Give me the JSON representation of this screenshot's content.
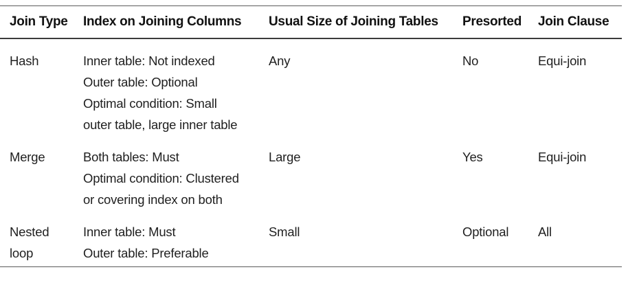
{
  "table": {
    "headers": [
      "Join Type",
      "Index on Joining Columns",
      "Usual Size of Joining Tables",
      "Presorted",
      "Join Clause"
    ],
    "rows": [
      {
        "join_type": [
          "Hash"
        ],
        "index": [
          "Inner table: Not indexed",
          "Outer table: Optional",
          "Optimal condition: Small",
          "outer table, large inner table"
        ],
        "size": "Any",
        "presorted": "No",
        "clause": "Equi-join"
      },
      {
        "join_type": [
          "Merge"
        ],
        "index": [
          "Both tables: Must",
          "Optimal condition: Clustered",
          "or covering index on both"
        ],
        "size": "Large",
        "presorted": "Yes",
        "clause": "Equi-join"
      },
      {
        "join_type": [
          "Nested",
          "loop"
        ],
        "index": [
          "Inner table: Must",
          "Outer table: Preferable"
        ],
        "size": "Small",
        "presorted": "Optional",
        "clause": "All"
      }
    ]
  }
}
